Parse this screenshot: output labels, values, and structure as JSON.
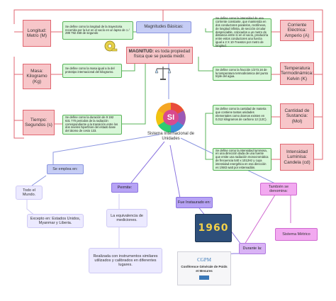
{
  "nodes": {
    "magnitudes_basicas": "Magnitudes Básicas:",
    "magnitud_label": "MAGNITUD:",
    "magnitud_text": " es toda propiedad física que se pueda medir.",
    "si_logo": "SI",
    "si_title": "Sistema Internacional de Unidades",
    "longitud": "Longitud: Metro (M)",
    "longitud_def": "Se define como la longitud de la trayectoria recorrida por la luz en el vacío en un lapso de 1 / 299 792 458 de segundo",
    "masa": "Masa: Kilogramo (Kg)",
    "masa_def": "Se define como la masa igual a la del prototipo internacional del kilogramo.",
    "tiempo": "Tiempo: Segundos (s)",
    "tiempo_def": "Se define como la duración de 9 192 631 770 periodos de la radiación correspondiente a la transición entre los dos niveles hiperfinos del estado base del átomo de cesio 133.",
    "corriente": "Corriente Eléctrica: Amperio (A)",
    "corriente_def": "Se define como la intensidad de una corriente constante, que mantenida en dos conductores paralelos, rectilíneos, de longitud infinita, de sección circular despreciable, colocados a un metro de distancia entre sí en el vacío, produciría entre estos conductores una fuerza igual a 2 X 10-7newton por metro de longitud.",
    "temperatura": "Temperatura Termodinámica: Kelvin (K)",
    "temperatura_def": "Se define como la fracción 1/273.16 de la temperatura termodinámica del punto triple del agua.",
    "sustancia": "Cantidad de Sustancia: (Mol)",
    "sustancia_def": "Se define como la cantidad de materia que contiene tantas unidades elementales como átomos existen en 0,012 kilogramos de carbono 12 (12C).",
    "intensidad": "Intensidad Luminisa: Candela (cd)",
    "intensidad_def": "Se define como la intensidad luminosa, en una dirección dada de una fuente que emite una radiación monocromática de frecuencia 540 x 1012Hz y cuya intensidad energética en esa dirección es 1/683 watt por estereadián.",
    "se_emplea": "Se emplea en:",
    "todo_mundo": "Todo el Mundo.",
    "excepto": "Excepto en: Estados Unidos, Myanmar y Liberia.",
    "permite": "Permite:",
    "equivalencia": "La equivalencia de mediciones.",
    "realizada": "Realizada con instrumentos similares utilizados y calibrados en diferentes lugares.",
    "fue_instaurado": "Fue Instaurado en:",
    "year": "1960",
    "durante": "Durante la:",
    "cgpm_logo": "CGPM",
    "cgpm_title": "Conférence Générale de Poids et Mesures",
    "tambien": "También se denomina:",
    "metrico": "Sistema Métrico"
  },
  "colors": {
    "red": "#e06670",
    "green": "#58b358",
    "blue": "#8a95e0",
    "purple": "#8a73e0",
    "pink": "#d068d0"
  }
}
